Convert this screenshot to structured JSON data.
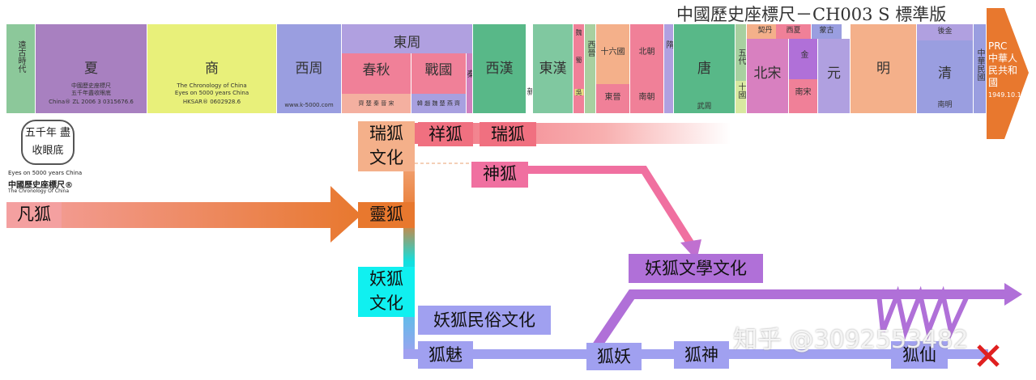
{
  "header": {
    "title": "中國歷史座標尺－CH003 S 標準版"
  },
  "timeline": {
    "prehistory": "遠古時代",
    "xia": "夏",
    "xia_note1": "中國歷史座標尺",
    "xia_note2": "五千年盡收眼底",
    "xia_note3": "China® ZL 2006 3 0315676.6",
    "shang": "商",
    "shang_note1": "The Chronology of China",
    "shang_note2": "Eyes on 5000 years China",
    "shang_note3": "HKSAR® 0602928.6",
    "western_zhou": "西周",
    "western_zhou_url": "www.k-5000.com",
    "eastern_zhou": "東周",
    "spring_autumn": "春秋",
    "warring_states": "戰國",
    "spring_states": "齊 楚 秦 晉 宋",
    "warring_sub": "韓 趙 魏 楚 燕 齊",
    "qin": "秦",
    "western_han": "西漢",
    "xin": "新",
    "eastern_han": "東漢",
    "three_kingdoms_wei": "魏",
    "three_kingdoms_shu": "蜀",
    "three_kingdoms_wu": "吳",
    "western_jin": "西晉",
    "sixteen_kingdoms": "十六國",
    "eastern_jin": "東晉",
    "northern_dyn": "北朝",
    "southern_dyn": "南朝",
    "sui": "隋",
    "tang": "唐",
    "wu_zhou": "武周",
    "five_dyn": "五代",
    "ten_kingdoms": "十國",
    "liao": "契丹",
    "western_xia": "西夏",
    "mongol": "蒙古",
    "northern_song": "北宋",
    "jin": "金",
    "southern_song": "南宋",
    "yuan": "元",
    "ming": "明",
    "later_jin": "後金",
    "qing": "清",
    "southern_ming": "南明",
    "roc": "中華民國",
    "prc": "PRC",
    "prc_cn": "中華人民共和國",
    "prc_date": "1949.10.1"
  },
  "logo": {
    "seal": "五千年 盡收眼底",
    "eyes": "Eyes on 5000 years China",
    "name": "中國歷史座標尺®",
    "en": "The Chronology Of China"
  },
  "nodes": {
    "ruihu_culture": "瑞狐文化",
    "xianghu": "祥狐",
    "ruihu": "瑞狐",
    "shenhu": "神狐",
    "fanhu": "凡狐",
    "linghu": "靈狐",
    "yaohu_culture": "妖狐文化",
    "yaohu_literature": "妖狐文學文化",
    "yaohu_folk": "妖狐民俗文化",
    "humei": "狐魅",
    "huyao": "狐妖",
    "hushen": "狐神",
    "huxian": "狐仙"
  },
  "watermark": "知乎 @3092553482",
  "colors": {
    "orange": "#e8782e",
    "pink_red": "#f07080",
    "pink": "#f070a0",
    "purple": "#b070d8",
    "lavender": "#a0a0f0",
    "cyan": "#10f0f0",
    "peach": "#f4b08a"
  }
}
